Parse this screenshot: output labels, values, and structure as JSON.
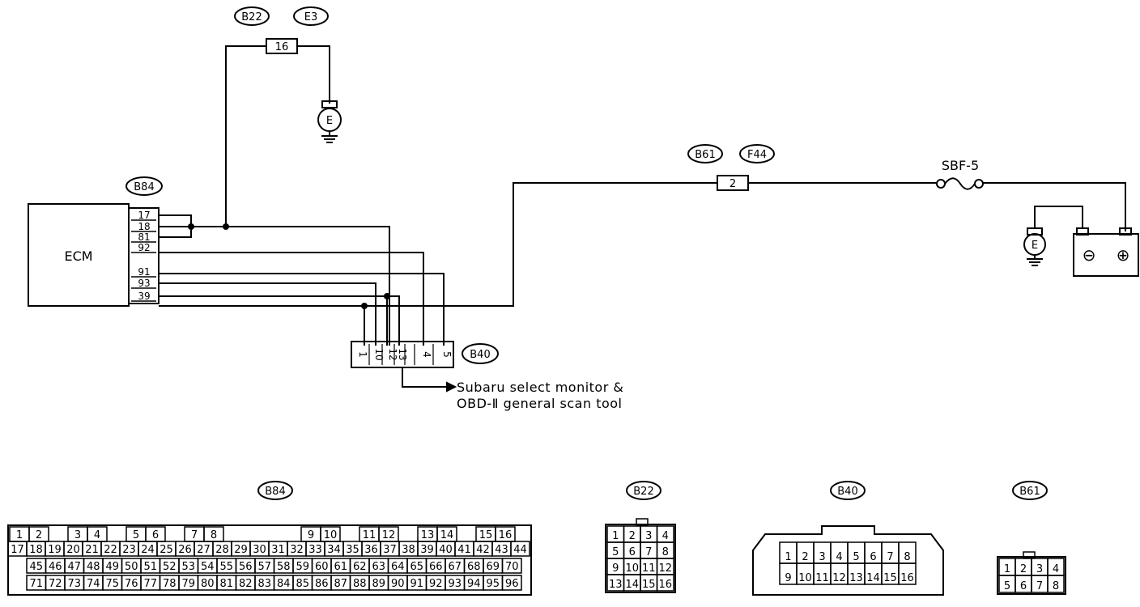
{
  "ecm": {
    "label": "ECM",
    "connector": "B84"
  },
  "ecm_pins": [
    "17",
    "18",
    "81",
    "92",
    "91",
    "93",
    "39"
  ],
  "ground_connector": {
    "left": "B22",
    "right": "E3",
    "pin": "16",
    "ground_symbol": "E"
  },
  "battery_feed": {
    "left": "B61",
    "right": "F44",
    "pin": "2",
    "fuse": "SBF-5"
  },
  "battery": {
    "ground_symbol": "E",
    "neg": "⊖",
    "pos": "⊕"
  },
  "b40_pins": [
    "1",
    "10",
    "12",
    "13",
    "4",
    "5"
  ],
  "b40_label": "B40",
  "scan_tool_note": [
    "Subaru select monitor &",
    "OBD-Ⅱ general scan tool"
  ],
  "connector_views": {
    "b84": {
      "label": "B84",
      "rows": [
        [
          "1",
          "2",
          "",
          "3",
          "4",
          "",
          "5",
          "6",
          "",
          "7",
          "8",
          "",
          "",
          "",
          "",
          "9",
          "10",
          "",
          "11",
          "12",
          "",
          "13",
          "14",
          "",
          "15",
          "16"
        ],
        [
          "17",
          "18",
          "19",
          "20",
          "21",
          "22",
          "23",
          "24",
          "25",
          "26",
          "27",
          "28",
          "29",
          "30",
          "31",
          "32",
          "33",
          "34",
          "35",
          "36",
          "37",
          "38",
          "39",
          "40",
          "41",
          "42",
          "43",
          "44"
        ],
        [
          "45",
          "46",
          "47",
          "48",
          "49",
          "50",
          "51",
          "52",
          "53",
          "54",
          "55",
          "56",
          "57",
          "58",
          "59",
          "60",
          "61",
          "62",
          "63",
          "64",
          "65",
          "66",
          "67",
          "68",
          "69",
          "70"
        ],
        [
          "71",
          "72",
          "73",
          "74",
          "75",
          "76",
          "77",
          "78",
          "79",
          "80",
          "81",
          "82",
          "83",
          "84",
          "85",
          "86",
          "87",
          "88",
          "89",
          "90",
          "91",
          "92",
          "93",
          "94",
          "95",
          "96"
        ]
      ]
    },
    "b22": {
      "label": "B22",
      "rows": [
        [
          "1",
          "2",
          "3",
          "4"
        ],
        [
          "5",
          "6",
          "7",
          "8"
        ],
        [
          "9",
          "10",
          "11",
          "12"
        ],
        [
          "13",
          "14",
          "15",
          "16"
        ]
      ]
    },
    "b40": {
      "label": "B40",
      "rows": [
        [
          "1",
          "2",
          "3",
          "4",
          "5",
          "6",
          "7",
          "8"
        ],
        [
          "9",
          "10",
          "11",
          "12",
          "13",
          "14",
          "15",
          "16"
        ]
      ]
    },
    "b61": {
      "label": "B61",
      "rows": [
        [
          "1",
          "2",
          "3",
          "4"
        ],
        [
          "5",
          "6",
          "7",
          "8"
        ]
      ]
    }
  }
}
